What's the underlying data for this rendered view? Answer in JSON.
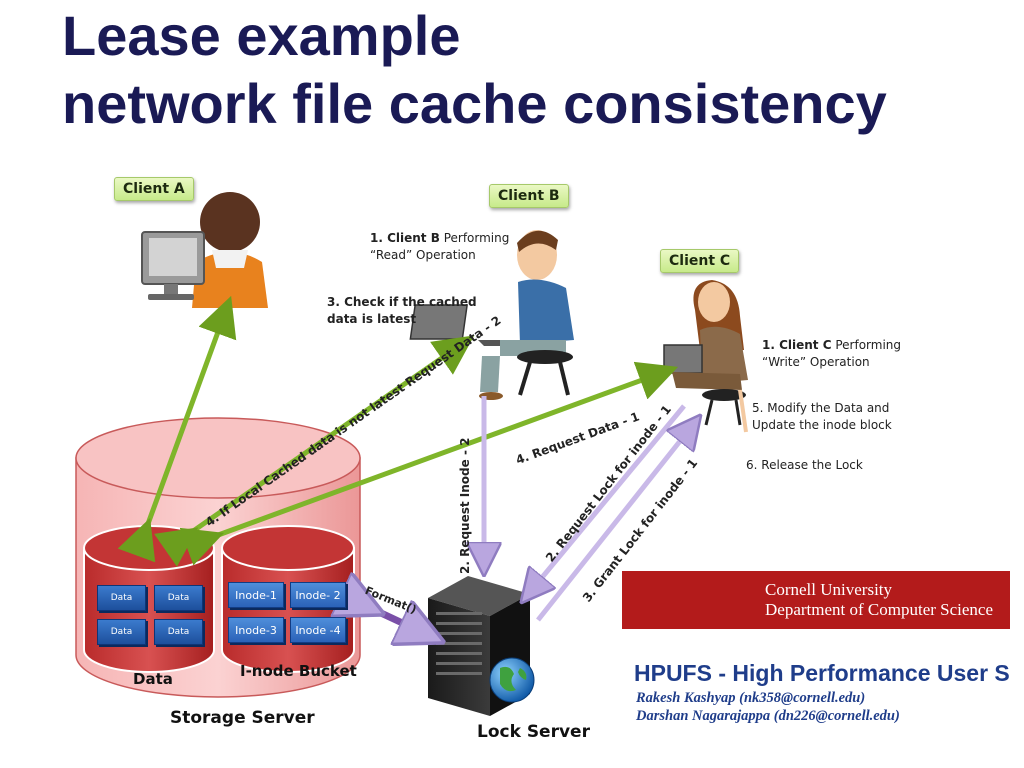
{
  "title": {
    "line1": "Lease example",
    "line2": "network file cache consistency"
  },
  "clients": {
    "a": "Client A",
    "b": "Client B",
    "c": "Client C"
  },
  "notes": {
    "b1_prefix": "1. Client B",
    "b1_suffix": " Performing",
    "b1_line2": "“Read” Operation",
    "b3_line1": "3. Check if the cached",
    "b3_line2": "data is latest",
    "c1_prefix": "1. Client C",
    "c1_suffix": " Performing",
    "c1_line2": "“Write” Operation",
    "c5_line1": "5. Modify the Data and",
    "c5_line2": "Update the inode block",
    "c6": "6. Release the Lock"
  },
  "arrows": {
    "b4": "4. If Local Cached data is not latest Request Data - 2",
    "c4": "4. Request Data - 1",
    "b2": "2. Request Inode - 2",
    "c2": "2. Request Lock for inode - 1",
    "c3": "3. Grant Lock for inode - 1",
    "format": "Format()"
  },
  "storage": {
    "data_cells": [
      "Data",
      "Data",
      "Data",
      "Data"
    ],
    "inodes": [
      "Inode-1",
      "Inode- 2",
      "Inode-3",
      "Inode -4"
    ],
    "data_label": "Data",
    "bucket_label": "I-node Bucket",
    "server_label": "Storage Server"
  },
  "lock_server": "Lock Server",
  "footer": {
    "university": "Cornell University",
    "department": "Department of Computer Science",
    "project": "HPUFS - High Performance User Space File System",
    "author1": "Rakesh Kashyap (nk358@cornell.edu)",
    "author2": "Darshan Nagarajappa (dn226@cornell.edu)"
  },
  "colors": {
    "title": "#1a1a55",
    "green_arrow": "#7fb52a",
    "purple_arrow": "#c9b9e8",
    "cylinder": "#f1a4a4",
    "cornell_red": "#b31b1b"
  }
}
